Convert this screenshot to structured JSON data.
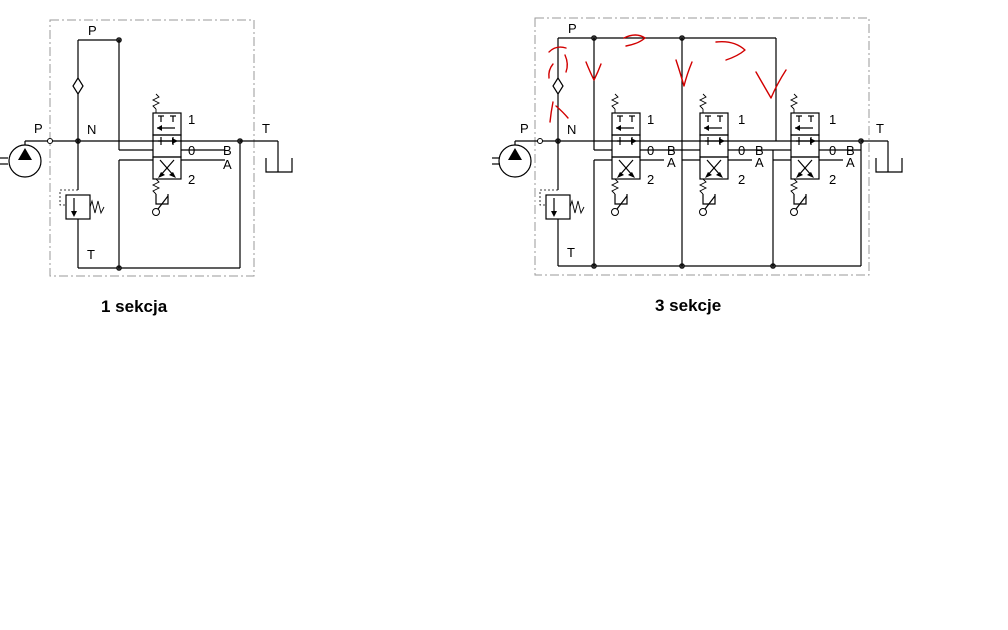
{
  "diagrams": [
    {
      "caption": "1 sekcja",
      "sections": 1,
      "labels": {
        "pump": "P",
        "top": "P",
        "neutral": "N",
        "return": "T",
        "tank": "T",
        "port_b": "B",
        "port_a": "A",
        "pos_1": "1",
        "pos_0": "0",
        "pos_2": "2"
      }
    },
    {
      "caption": "3 sekcje",
      "sections": 3,
      "labels": {
        "pump": "P",
        "top": "P",
        "neutral": "N",
        "return": "T",
        "tank": "T",
        "port_b": "B",
        "port_a": "A",
        "pos_1": "1",
        "pos_0": "0",
        "pos_2": "2"
      }
    }
  ],
  "colors": {
    "lines": "#000000",
    "frame": "#9a9a9a",
    "annotation": "#d20000"
  }
}
